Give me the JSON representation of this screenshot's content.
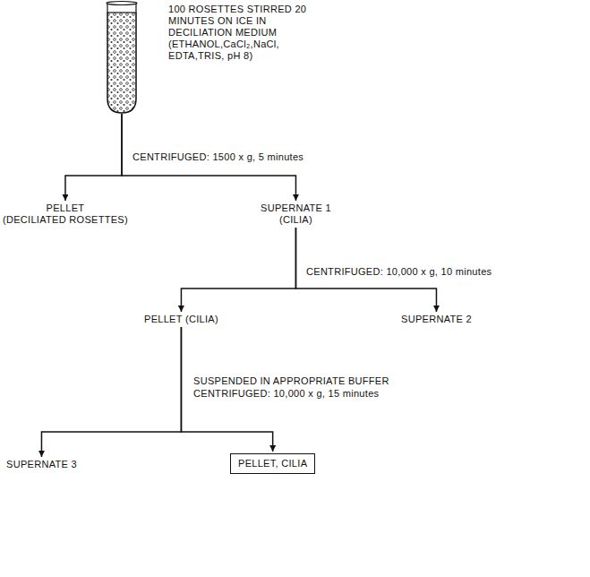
{
  "diagram": {
    "nodes": [
      {
        "text": [
          "100 ROSETTES STIRRED 20 MINUTES ON ICE IN DECILIATION MEDIUM (ETHANOL,CaCl₂,NaCl, EDTA,TRIS, pH 8)"
        ]
      },
      {
        "text": [
          "PELLET",
          "(DECILIATED ROSETTES)"
        ]
      },
      {
        "text": [
          "SUPERNATE 1",
          "(CILIA)"
        ]
      },
      {
        "text": [
          "PELLET (CILIA)"
        ]
      },
      {
        "text": [
          "SUPERNATE 2"
        ]
      },
      {
        "text": [
          "SUPERNATE 3"
        ]
      },
      {
        "text": [
          "PELLET, CILIA"
        ]
      }
    ],
    "edges": [
      {
        "from": 0,
        "to": 1,
        "arrow": "to",
        "label": "CENTRIFUGED: 1500 x g, 5 minutes"
      },
      {
        "from": 0,
        "to": 2,
        "arrow": "to"
      },
      {
        "from": 2,
        "to": 3,
        "arrow": "to",
        "label": "CENTRIFUGED: 10,000 x g, 10 minutes"
      },
      {
        "from": 2,
        "to": 4,
        "arrow": "to"
      },
      {
        "from": 3,
        "to": 5,
        "arrow": "to",
        "label": "SUSPENDED IN APPROPRIATE BUFFER CENTRIFUGED: 10,000 x g, 15 minutes"
      },
      {
        "from": 3,
        "to": 6,
        "arrow": "to"
      }
    ]
  }
}
